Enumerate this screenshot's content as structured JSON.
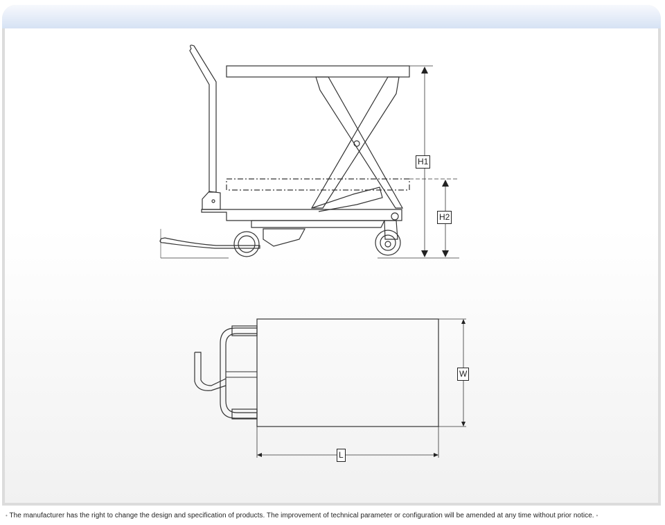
{
  "diagram": {
    "side_view": {
      "labels": {
        "h1": "H1",
        "h2": "H2"
      }
    },
    "top_view": {
      "labels": {
        "w": "W",
        "l": "L"
      }
    }
  },
  "footer": {
    "bullet": "•",
    "notice": "The manufacturer has the right to change the design and specification of products. The improvement of technical parameter or configuration will be amended at any time without prior notice."
  }
}
